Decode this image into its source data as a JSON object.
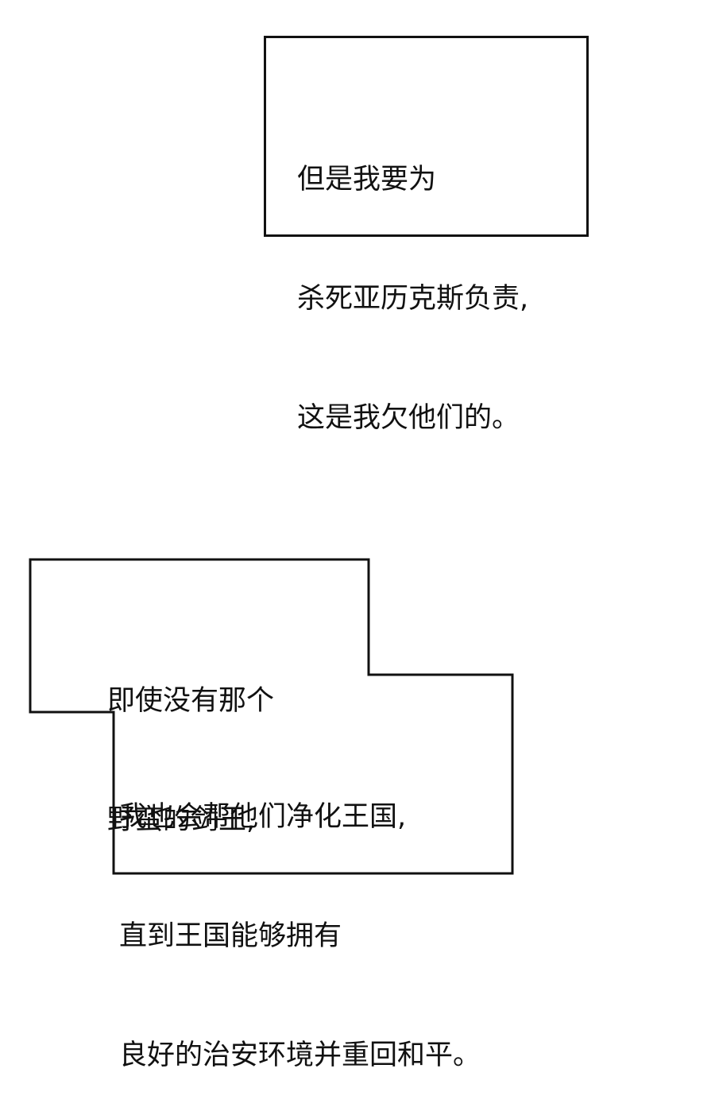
{
  "bubble1": {
    "lines": [
      "但是我要为",
      "杀死亚历克斯负责,",
      "这是我欠他们的。"
    ]
  },
  "bubble2": {
    "lines_top": [
      "即使没有那个",
      "野蛮的剑王,"
    ],
    "lines_bottom": [
      "我也会帮他们净化王国,",
      "直到王国能够拥有",
      "良好的治安环境并重回和平。"
    ]
  }
}
